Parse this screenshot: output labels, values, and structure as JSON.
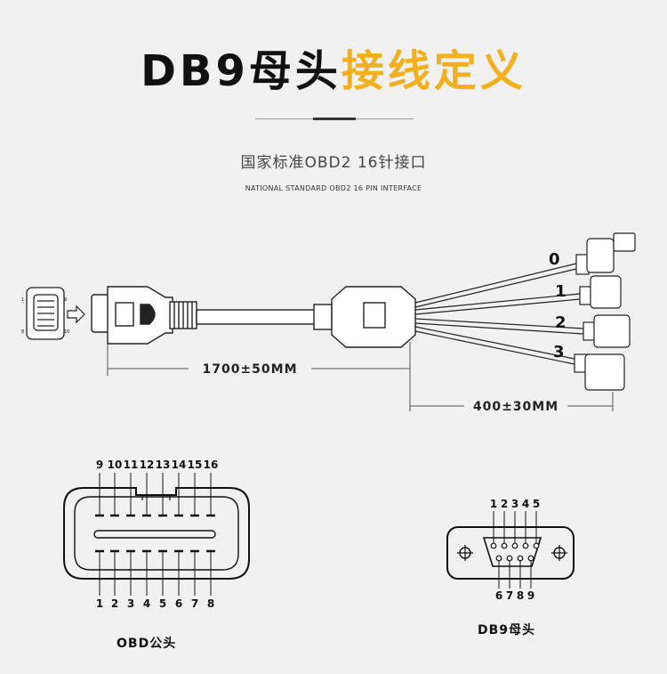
{
  "header": {
    "title_part1": "DB9母头",
    "title_part2": "接线定义",
    "subtitle": "国家标准OBD2 16针接口",
    "subtitle_en": "NATIONAL STANDARD OBD2 16 PIN INTERFACE"
  },
  "cable": {
    "small_connector_pins": [
      "1",
      "8",
      "9",
      "16"
    ],
    "main_length": "1700±50MM",
    "branch_length": "400±30MM",
    "branch_numbers": [
      "0",
      "1",
      "2",
      "3"
    ]
  },
  "obd_connector": {
    "top_pins": [
      "9",
      "10",
      "11",
      "12",
      "13",
      "14",
      "15",
      "16"
    ],
    "bottom_pins": [
      "1",
      "2",
      "3",
      "4",
      "5",
      "6",
      "7",
      "8"
    ],
    "label": "OBD公头"
  },
  "db9_connector": {
    "top_pins": [
      "1",
      "2",
      "3",
      "4",
      "5"
    ],
    "bottom_pins": [
      "6",
      "7",
      "8",
      "9"
    ],
    "label": "DB9母头"
  }
}
